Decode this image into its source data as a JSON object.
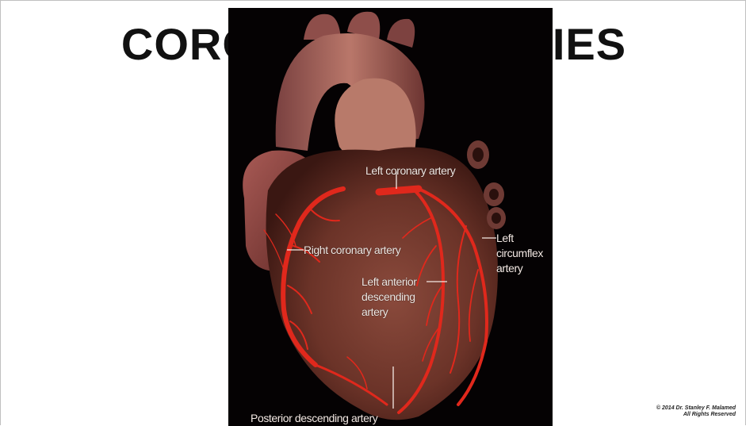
{
  "slide": {
    "title": "CORONARY ARTERIES",
    "copyright_line1": "© 2014 Dr. Stanley F. Malamed",
    "copyright_line2": "All Rights Reserved"
  },
  "figure": {
    "labels": {
      "left_coronary": "Left coronary artery",
      "right_coronary": "Right coronary artery",
      "circumflex": "Left\ncircumflex\nartery",
      "lad": "Left anterior\ndescending\nartery",
      "posterior": "Posterior descending artery"
    }
  }
}
